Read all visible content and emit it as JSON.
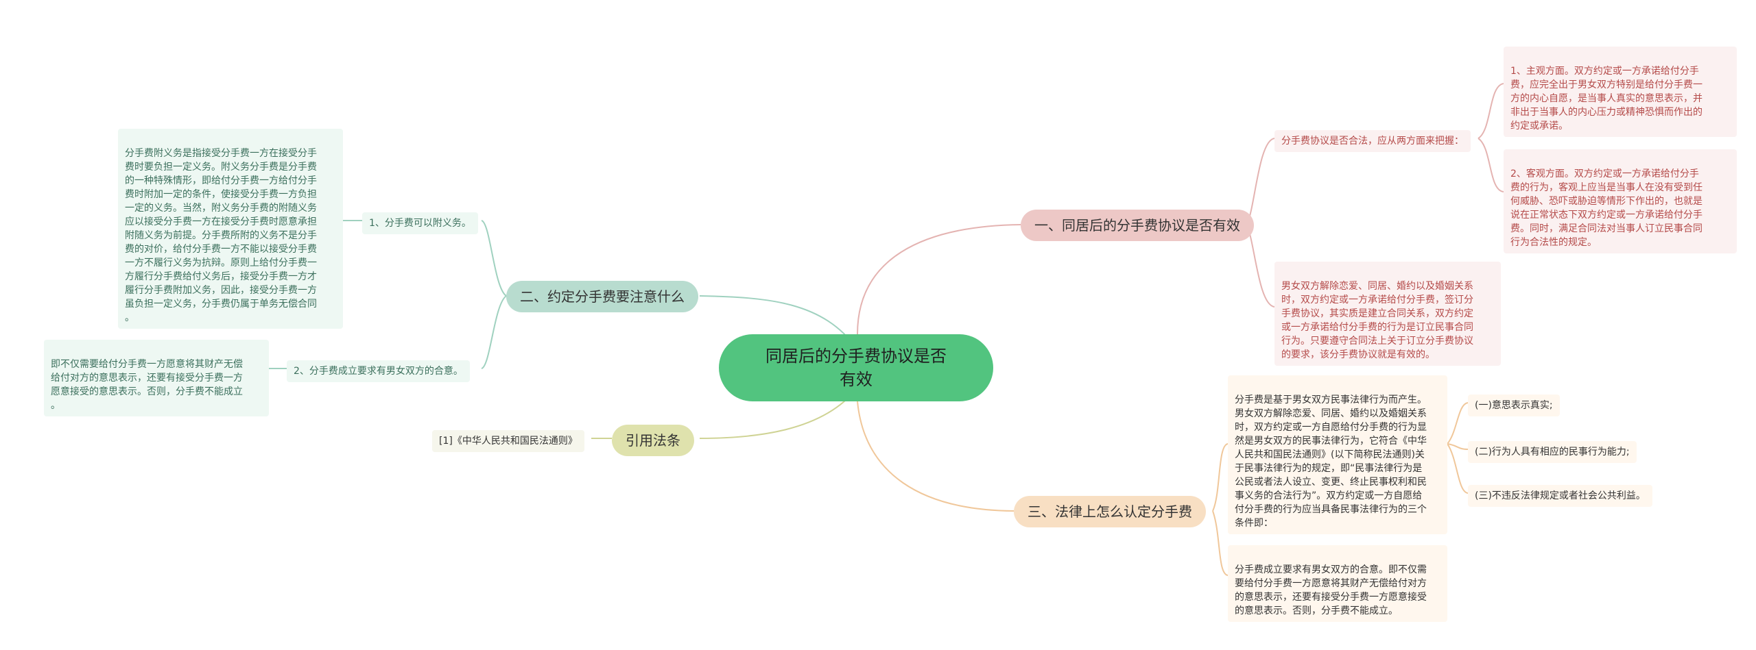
{
  "root": {
    "label": "同居后的分手费协议是否\n有效"
  },
  "branch1": {
    "label": "一、同居后的分手费协议是否有效",
    "color": "#edc8c6",
    "question": "分手费协议是否合法，应从两方面来把握：",
    "point1": "1、主观方面。双方约定或一方承诺给付分手\n费，应完全出于男女双方特别是给付分手费一\n方的内心自愿，是当事人真实的意思表示，并\n非出于当事人的内心压力或精神恐惧而作出的\n约定或承诺。",
    "point2": "2、客观方面。双方约定或一方承诺给付分手\n费的行为，客观上应当是当事人在没有受到任\n何威胁、恐吓或胁迫等情形下作出的，也就是\n说在正常状态下双方约定或一方承诺给付分手\n费。同时，满足合同法对当事人订立民事合同\n行为合法性的规定。",
    "conclusion": "男女双方解除恋爱、同居、婚约以及婚姻关系\n时，双方约定或一方承诺给付分手费，签订分\n手费协议，其实质是建立合同关系，双方约定\n或一方承诺给付分手费的行为是订立民事合同\n行为。只要遵守合同法上关于订立分手费协议\n的要求，该分手费协议就是有效的。"
  },
  "branch2": {
    "label": "二、约定分手费要注意什么",
    "color": "#b8dccf",
    "item1": "1、分手费可以附义务。",
    "item1_detail": "分手费附义务是指接受分手费一方在接受分手\n费时要负担一定义务。附义务分手费是分手费\n的一种特殊情形，即给付分手费一方给付分手\n费时附加一定的条件，使接受分手费一方负担\n一定的义务。当然，附义务分手费的附随义务\n应以接受分手费一方在接受分手费时愿意承担\n附随义务为前提。分手费所附的义务不是分手\n费的对价，给付分手费一方不能以接受分手费\n一方不履行义务为抗辩。原则上给付分手费一\n方履行分手费给付义务后，接受分手费一方才\n履行分手费附加义务，因此，接受分手费一方\n虽负担一定义务，分手费仍属于单务无偿合同\n。",
    "item2": "2、分手费成立要求有男女双方的合意。",
    "item2_detail": "即不仅需要给付分手费一方愿意将其财产无偿\n给付对方的意思表示，还要有接受分手费一方\n愿意接受的意思表示。否则，分手费不能成立\n。"
  },
  "branch3": {
    "label": "引用法条",
    "color": "#dfe2ad",
    "ref": "[1]《中华人民共和国民法通则》"
  },
  "branch4": {
    "label": "三、法律上怎么认定分手费",
    "color": "#f8dfc3",
    "detail1": "分手费是基于男女双方民事法律行为而产生。\n男女双方解除恋爱、同居、婚约以及婚姻关系\n时，双方约定或一方自愿给付分手费的行为显\n然是男女双方的民事法律行为，它符合《中华\n人民共和国民法通则》(以下简称民法通则)关\n于民事法律行为的规定，即“民事法律行为是\n公民或者法人设立、变更、终止民事权利和民\n事义务的合法行为”。双方约定或一方自愿给\n付分手费的行为应当具备民事法律行为的三个\n条件即：",
    "cond1": "(一)意思表示真实;",
    "cond2": "(二)行为人具有相应的民事行为能力;",
    "cond3": "(三)不违反法律规定或者社会公共利益。",
    "detail2": "分手费成立要求有男女双方的合意。即不仅需\n要给付分手费一方愿意将其财产无偿给付对方\n的意思表示，还要有接受分手费一方愿意接受\n的意思表示。否则，分手费不能成立。"
  }
}
